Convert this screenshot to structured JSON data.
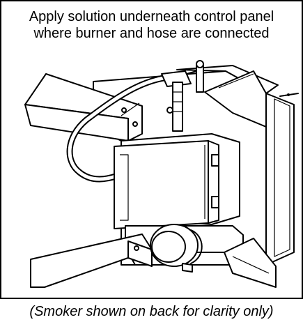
{
  "caption": {
    "line1": "Apply solution underneath control panel",
    "line2": "where burner and hose are connected"
  },
  "footnote": "(Smoker shown on back for clarity only)"
}
